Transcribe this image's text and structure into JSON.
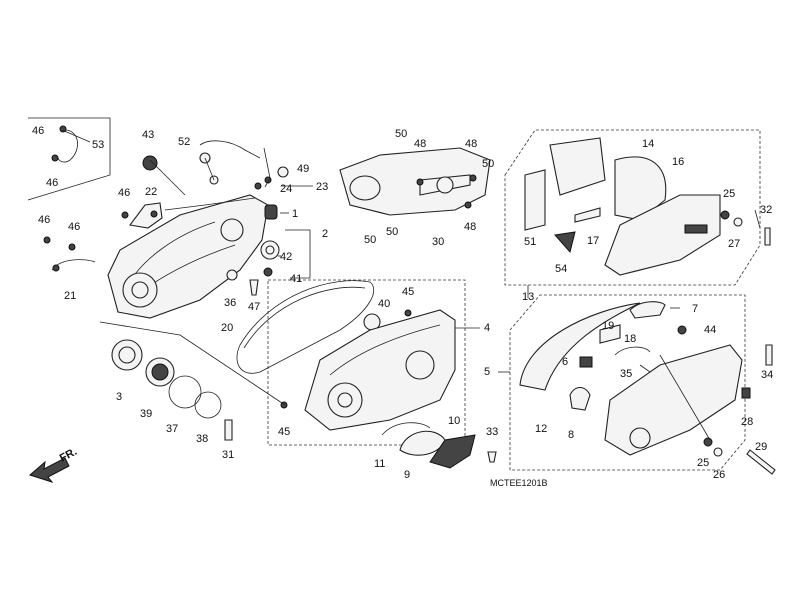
{
  "diagram": {
    "code": "MCTEE1201B",
    "front_label": "FR.",
    "callouts": [
      {
        "id": "c1",
        "text": "1"
      },
      {
        "id": "c2",
        "text": "2"
      },
      {
        "id": "c3",
        "text": "3"
      },
      {
        "id": "c4",
        "text": "4"
      },
      {
        "id": "c5",
        "text": "5"
      },
      {
        "id": "c6",
        "text": "6"
      },
      {
        "id": "c7",
        "text": "7"
      },
      {
        "id": "c8",
        "text": "8"
      },
      {
        "id": "c9",
        "text": "9"
      },
      {
        "id": "c10",
        "text": "10"
      },
      {
        "id": "c11",
        "text": "11"
      },
      {
        "id": "c12",
        "text": "12"
      },
      {
        "id": "c13",
        "text": "13"
      },
      {
        "id": "c14",
        "text": "14"
      },
      {
        "id": "c16",
        "text": "16"
      },
      {
        "id": "c17",
        "text": "17"
      },
      {
        "id": "c18",
        "text": "18"
      },
      {
        "id": "c19",
        "text": "19"
      },
      {
        "id": "c20",
        "text": "20"
      },
      {
        "id": "c21",
        "text": "21"
      },
      {
        "id": "c22",
        "text": "22"
      },
      {
        "id": "c23",
        "text": "23"
      },
      {
        "id": "c24",
        "text": "24"
      },
      {
        "id": "c25a",
        "text": "25"
      },
      {
        "id": "c25b",
        "text": "25"
      },
      {
        "id": "c26",
        "text": "26"
      },
      {
        "id": "c27",
        "text": "27"
      },
      {
        "id": "c28",
        "text": "28"
      },
      {
        "id": "c29",
        "text": "29"
      },
      {
        "id": "c30",
        "text": "30"
      },
      {
        "id": "c31",
        "text": "31"
      },
      {
        "id": "c32",
        "text": "32"
      },
      {
        "id": "c33",
        "text": "33"
      },
      {
        "id": "c34",
        "text": "34"
      },
      {
        "id": "c35",
        "text": "35"
      },
      {
        "id": "c36",
        "text": "36"
      },
      {
        "id": "c37",
        "text": "37"
      },
      {
        "id": "c38",
        "text": "38"
      },
      {
        "id": "c39",
        "text": "39"
      },
      {
        "id": "c40",
        "text": "40"
      },
      {
        "id": "c41",
        "text": "41"
      },
      {
        "id": "c42",
        "text": "42"
      },
      {
        "id": "c43",
        "text": "43"
      },
      {
        "id": "c44",
        "text": "44"
      },
      {
        "id": "c45a",
        "text": "45"
      },
      {
        "id": "c45b",
        "text": "45"
      },
      {
        "id": "c46a",
        "text": "46"
      },
      {
        "id": "c46b",
        "text": "46"
      },
      {
        "id": "c46c",
        "text": "46"
      },
      {
        "id": "c46d",
        "text": "46"
      },
      {
        "id": "c46e",
        "text": "46"
      },
      {
        "id": "c47",
        "text": "47"
      },
      {
        "id": "c48a",
        "text": "48"
      },
      {
        "id": "c48b",
        "text": "48"
      },
      {
        "id": "c48c",
        "text": "48"
      },
      {
        "id": "c49",
        "text": "49"
      },
      {
        "id": "c50a",
        "text": "50"
      },
      {
        "id": "c50b",
        "text": "50"
      },
      {
        "id": "c50c",
        "text": "50"
      },
      {
        "id": "c50d",
        "text": "50"
      },
      {
        "id": "c51",
        "text": "51"
      },
      {
        "id": "c52",
        "text": "52"
      },
      {
        "id": "c53",
        "text": "53"
      },
      {
        "id": "c54",
        "text": "54"
      }
    ]
  }
}
